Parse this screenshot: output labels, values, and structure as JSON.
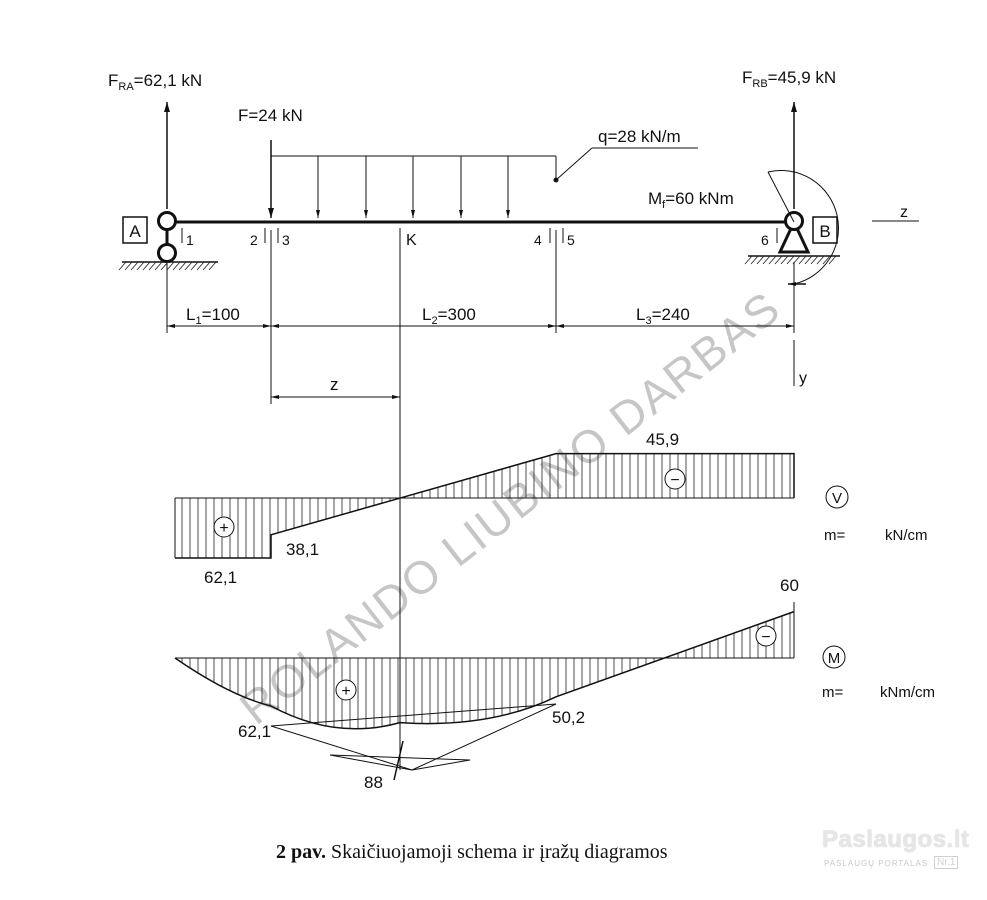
{
  "forces": {
    "fra": "F",
    "fra_sub": "RA",
    "fra_val": "=62,1 kN",
    "frb": "F",
    "frb_sub": "RB",
    "frb_val": "=45,9 kN",
    "f": "F=24 kN",
    "q": "q=28 kN/m",
    "mf": "M",
    "mf_sub": "f",
    "mf_val": "=60 kNm"
  },
  "supports": {
    "a": "A",
    "b": "B"
  },
  "points": {
    "p1": "1",
    "p2": "2",
    "p3": "3",
    "k": "K",
    "p4": "4",
    "p5": "5",
    "p6": "6"
  },
  "axes": {
    "z_right": "z",
    "y": "y",
    "z_dim": "z"
  },
  "dimensions": {
    "l1": "L",
    "l1_sub": "1",
    "l1_val": "=100",
    "l2": "L",
    "l2_sub": "2",
    "l2_val": "=300",
    "l3": "L",
    "l3_sub": "3",
    "l3_val": "=240"
  },
  "shear": {
    "symbol": "V",
    "scale_label": "m=",
    "scale_unit": "kN/cm",
    "values": [
      62.1,
      38.1,
      45.9
    ],
    "labels": {
      "v1": "62,1",
      "v2": "38,1",
      "v3": "45,9"
    },
    "sign_pos": "+",
    "sign_neg": "−"
  },
  "moment": {
    "symbol": "M",
    "scale_label": "m=",
    "scale_unit": "kNm/cm",
    "values": [
      62.1,
      88,
      50.2,
      60
    ],
    "labels": {
      "m1": "62,1",
      "m2": "88",
      "m3": "50,2",
      "m4": "60"
    },
    "sign_pos": "+",
    "sign_neg": "−"
  },
  "watermark": "ROLANDO LIUBINO DARBAS",
  "caption": {
    "bold": "2 pav.",
    "text": " Skaičiuojamoji schema ir įražų diagramos"
  },
  "logo": {
    "main": "Paslaugos.lt",
    "sub": "PASLAUGŲ PORTALAS",
    "nr": "Nr.1"
  }
}
